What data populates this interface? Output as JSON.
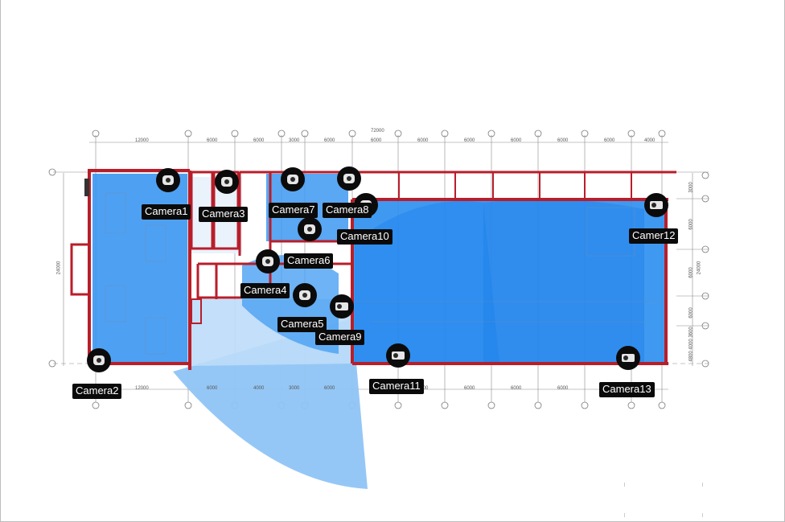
{
  "cameras": [
    {
      "label": "Camera1",
      "icon": "dome-camera-icon"
    },
    {
      "label": "Camera2",
      "icon": "dome-camera-icon"
    },
    {
      "label": "Camera3",
      "icon": "dome-camera-icon"
    },
    {
      "label": "Camera4",
      "icon": "dome-camera-icon"
    },
    {
      "label": "Camera5",
      "icon": "dome-camera-icon"
    },
    {
      "label": "Camera6",
      "icon": "dome-camera-icon"
    },
    {
      "label": "Camera7",
      "icon": "dome-camera-icon"
    },
    {
      "label": "Camera8",
      "icon": "dome-camera-icon"
    },
    {
      "label": "Camera9",
      "icon": "bullet-camera-icon"
    },
    {
      "label": "Camera10",
      "icon": "dome-camera-icon"
    },
    {
      "label": "Camera11",
      "icon": "bullet-camera-icon"
    },
    {
      "label": "Camer12",
      "icon": "bullet-camera-icon"
    },
    {
      "label": "Camera13",
      "icon": "bullet-camera-icon"
    }
  ],
  "dimensions": {
    "top_total": "72000",
    "top_spans": [
      "12000",
      "6000",
      "6000",
      "3000",
      "6000",
      "6000",
      "6000",
      "6000",
      "6000",
      "6000",
      "6000",
      "4000"
    ],
    "bottom_spans": [
      "12000",
      "6000",
      "4000",
      "3000",
      "6000",
      "6000",
      "6000",
      "6000",
      "6000",
      "6000",
      "6000",
      "4000"
    ],
    "left_total": "24000",
    "right_spans": [
      "3000",
      "6000",
      "6000",
      "6000",
      "3600",
      "4000",
      "4800"
    ],
    "right_total": "24000"
  },
  "colors": {
    "coverage": "#2b8ef0",
    "coverage_light": "#9ccbf6",
    "walls": "#b81e2a",
    "camera_bg": "#0b0b0b"
  }
}
